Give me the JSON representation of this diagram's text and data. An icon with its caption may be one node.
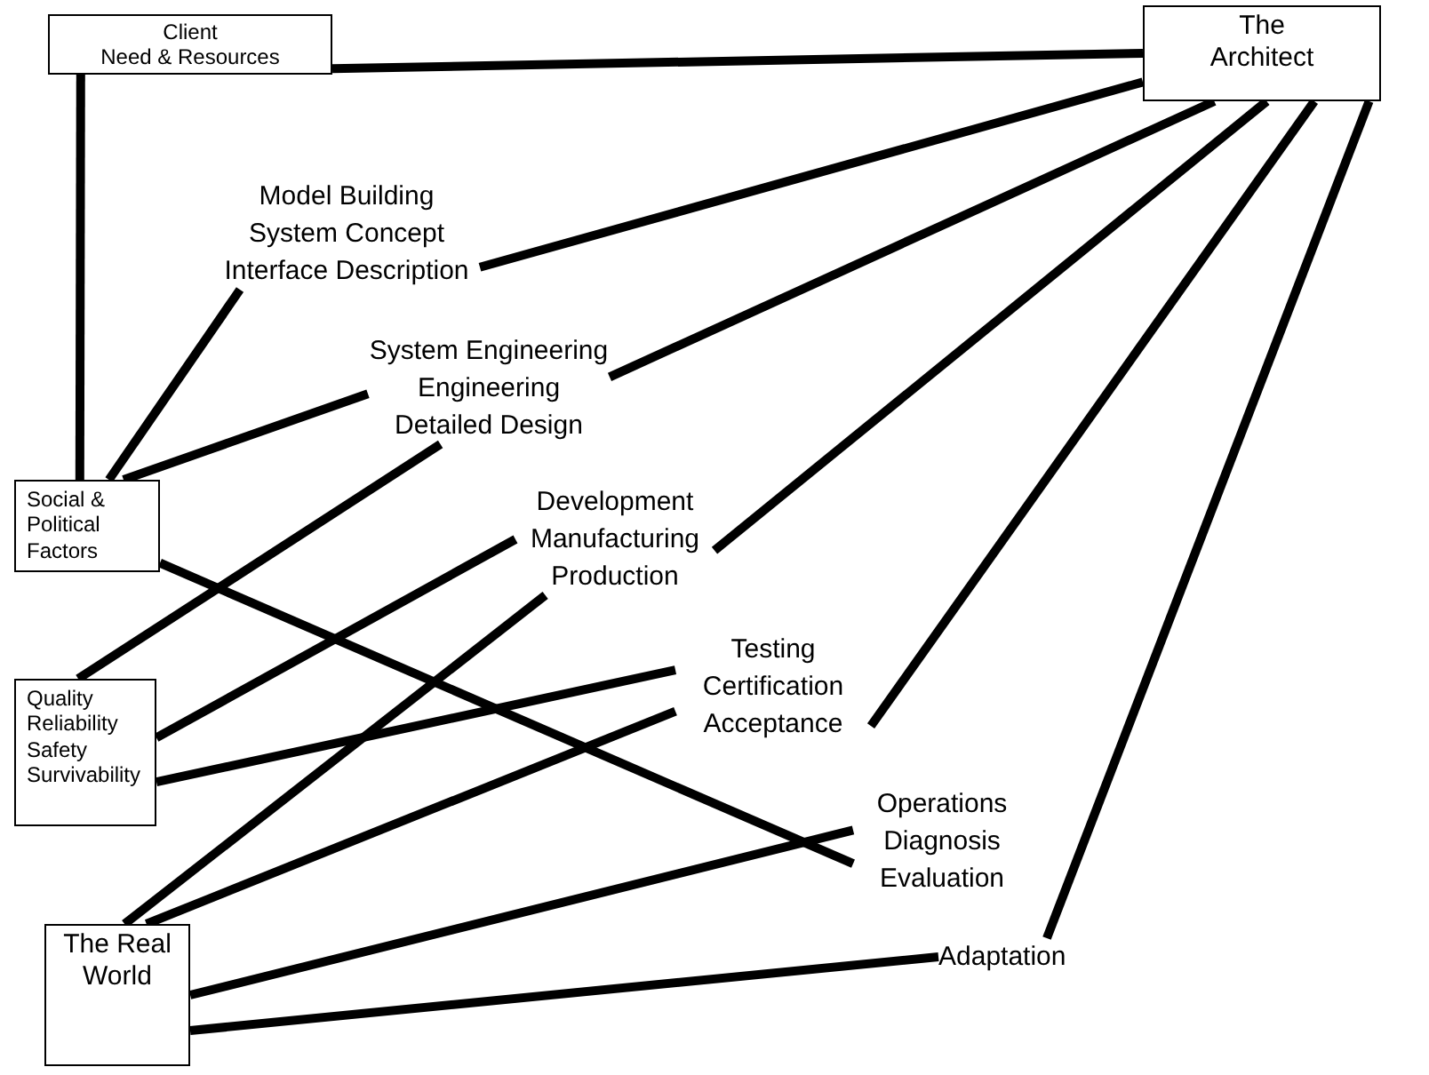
{
  "diagram": {
    "nodes": [
      {
        "text": [
          "Client",
          "Need & Resources"
        ]
      },
      {
        "text": [
          "The Architect"
        ]
      },
      {
        "text": [
          "Model Building System Concept Interface Description"
        ]
      },
      {
        "text": [
          "System Engineering Engineering Detailed Design"
        ]
      },
      {
        "text": [
          "Social & Political Factors"
        ]
      },
      {
        "text": [
          "Development Manufacturing Production"
        ]
      },
      {
        "text": [
          "Quality Reliability Safety Survivability"
        ]
      },
      {
        "text": [
          "Testing Certification Acceptance"
        ]
      },
      {
        "text": [
          "Operations Diagnosis Evaluation"
        ]
      },
      {
        "text": [
          "The Real World"
        ]
      },
      {
        "text": [
          "Adaptation"
        ]
      }
    ],
    "edges": [
      {
        "from": 0,
        "to": 1,
        "arrow": "none"
      },
      {
        "from": 1,
        "to": 2,
        "arrow": "none"
      },
      {
        "from": 1,
        "to": 3,
        "arrow": "none"
      },
      {
        "from": 1,
        "to": 5,
        "arrow": "none"
      },
      {
        "from": 1,
        "to": 7,
        "arrow": "none"
      },
      {
        "from": 1,
        "to": 10,
        "arrow": "none"
      },
      {
        "from": 0,
        "to": 4,
        "arrow": "none"
      },
      {
        "from": 2,
        "to": 4,
        "arrow": "none"
      },
      {
        "from": 3,
        "to": 4,
        "arrow": "none"
      },
      {
        "from": 4,
        "to": 8,
        "arrow": "none"
      },
      {
        "from": 3,
        "to": 6,
        "arrow": "none"
      },
      {
        "from": 5,
        "to": 6,
        "arrow": "none"
      },
      {
        "from": 6,
        "to": 7,
        "arrow": "none"
      },
      {
        "from": 5,
        "to": 9,
        "arrow": "none"
      },
      {
        "from": 7,
        "to": 9,
        "arrow": "none"
      },
      {
        "from": 8,
        "to": 9,
        "arrow": "none"
      },
      {
        "from": 10,
        "to": 9,
        "arrow": "none"
      }
    ]
  }
}
